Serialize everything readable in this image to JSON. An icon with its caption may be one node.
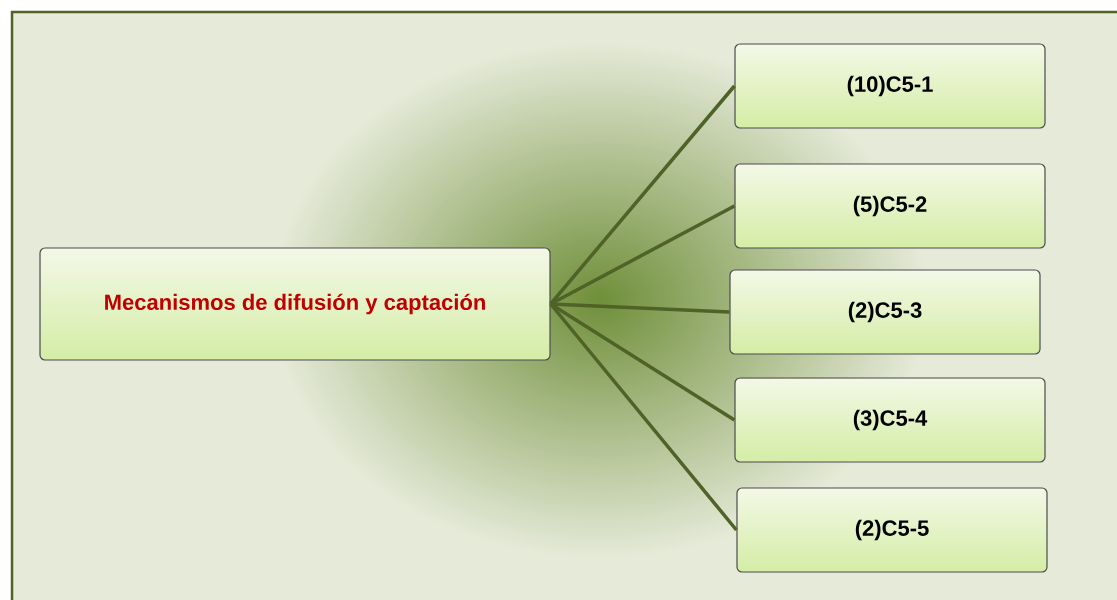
{
  "diagram": {
    "nodes": [
      {
        "text": [
          "Mecanismos de difusión y captación"
        ]
      },
      {
        "text": [
          "(10)C5-1"
        ]
      },
      {
        "text": [
          "(5)C5-2"
        ]
      },
      {
        "text": [
          "(2)C5-3"
        ]
      },
      {
        "text": [
          "(3)C5-4"
        ]
      },
      {
        "text": [
          "(2)C5-5"
        ]
      }
    ],
    "edges": [
      {
        "from": 0,
        "to": 1,
        "arrow": "none"
      },
      {
        "from": 0,
        "to": 2,
        "arrow": "none"
      },
      {
        "from": 0,
        "to": 3,
        "arrow": "none"
      },
      {
        "from": 0,
        "to": 4,
        "arrow": "none"
      },
      {
        "from": 0,
        "to": 5,
        "arrow": "none"
      }
    ]
  }
}
